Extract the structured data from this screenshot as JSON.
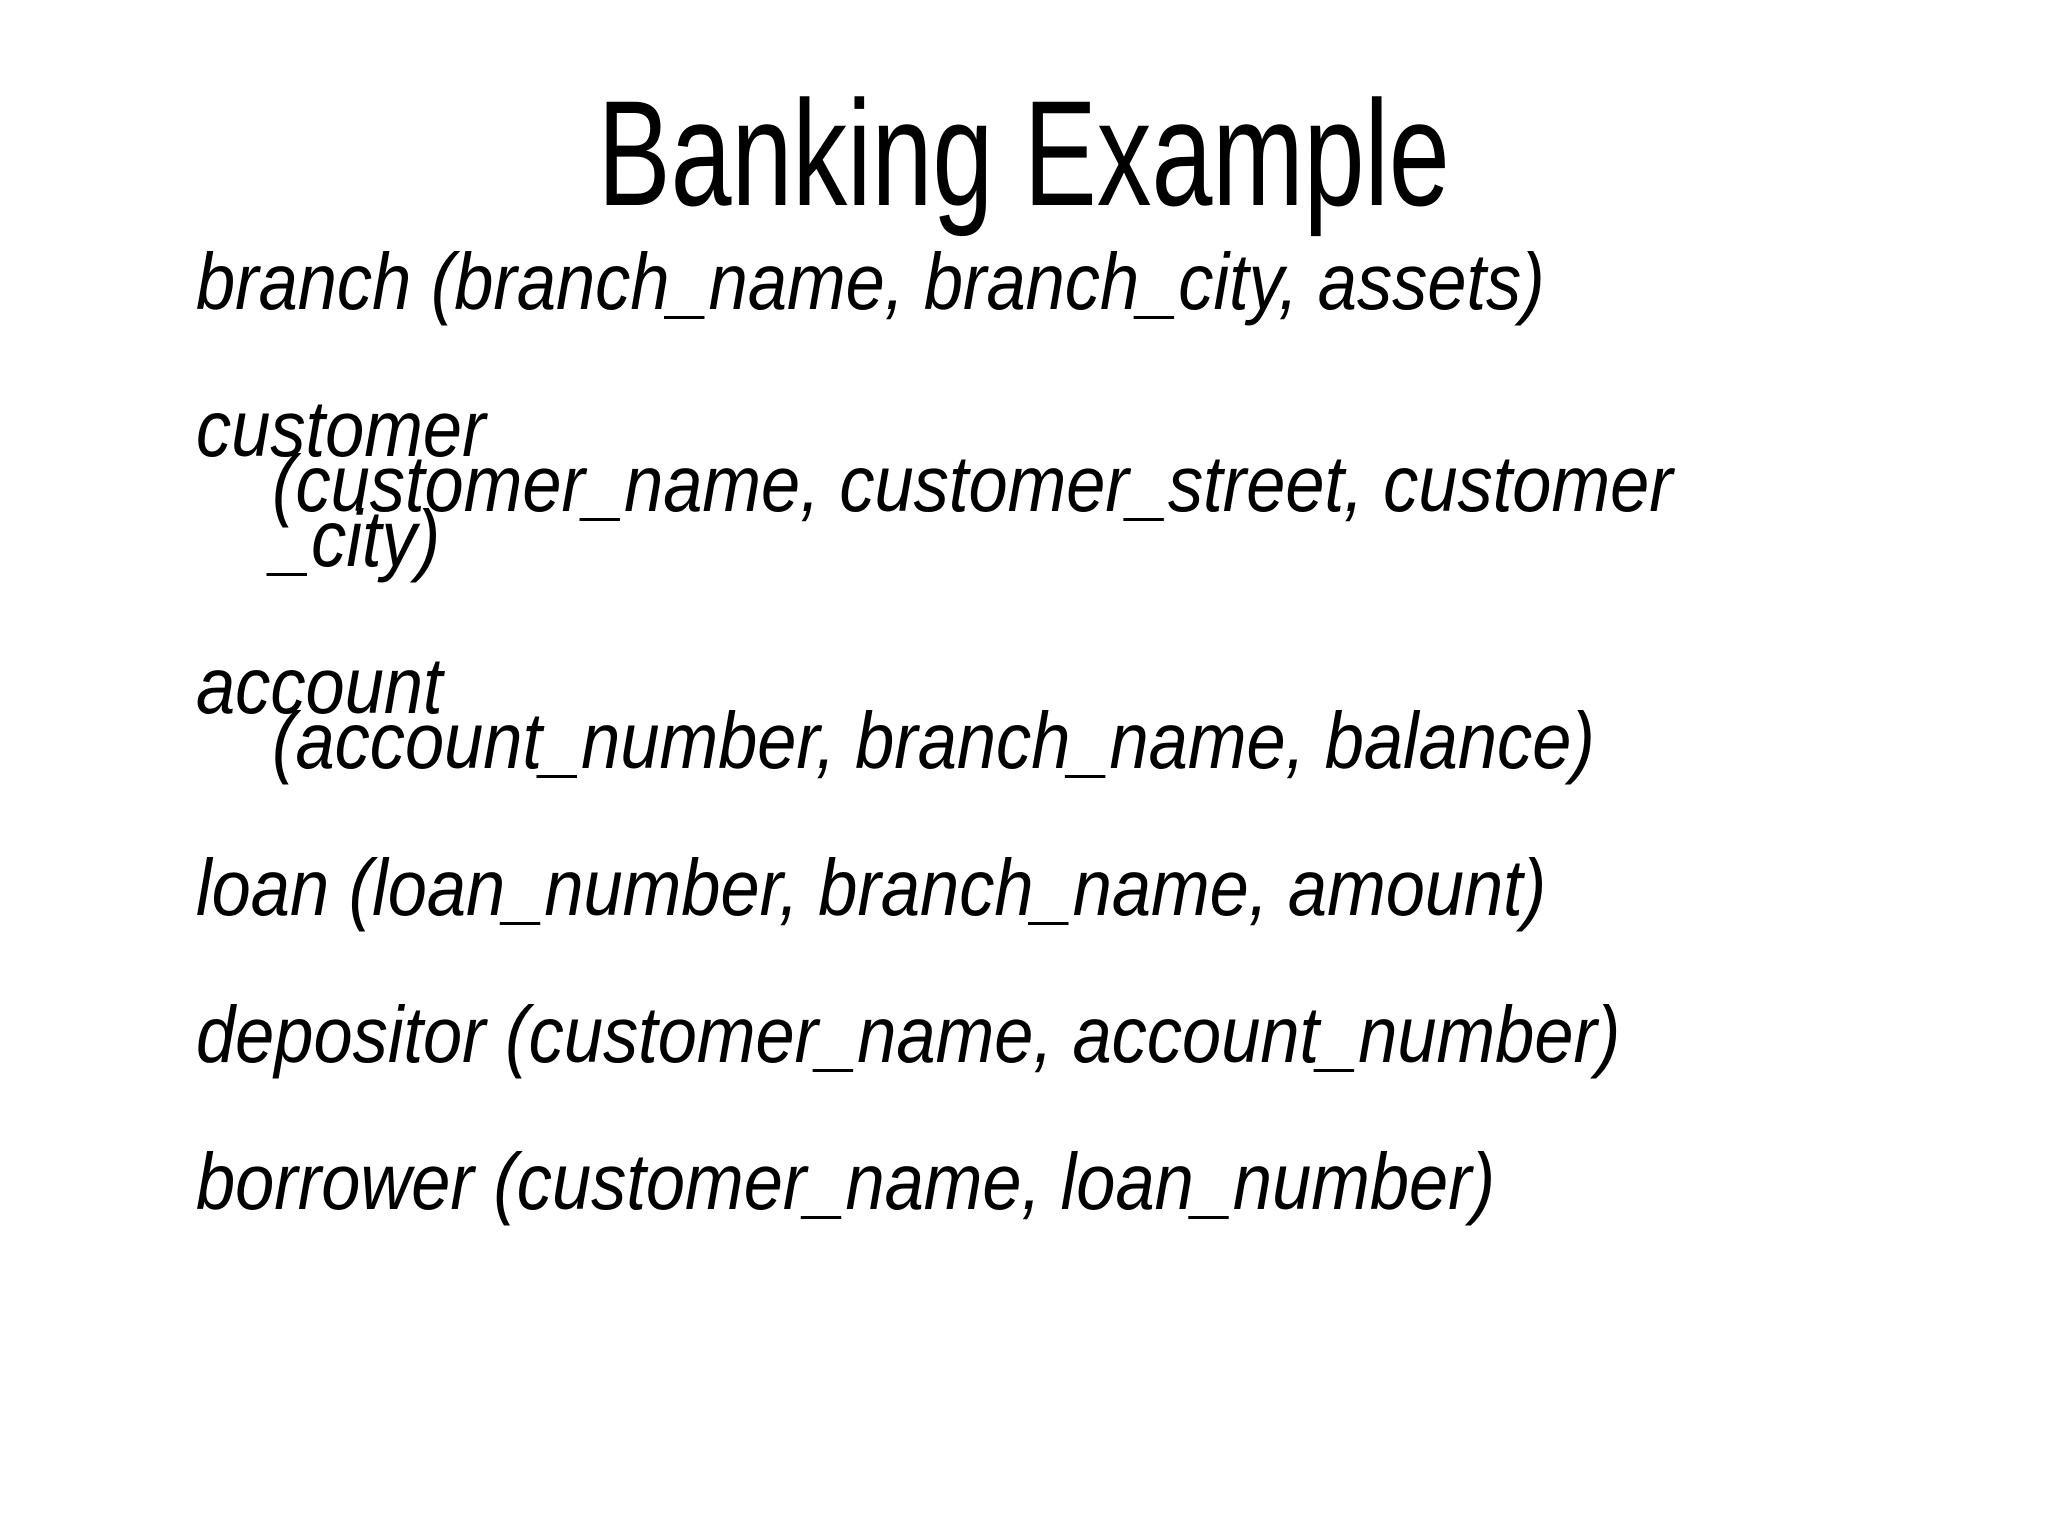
{
  "slide": {
    "title": "Banking Example",
    "background_color": "#ffffff",
    "text_color": "#000000",
    "relations": [
      {
        "name": "branch",
        "lines": [
          {
            "text": "branch (branch_name, branch_city, assets)",
            "indent": 0
          }
        ]
      },
      {
        "name": "customer",
        "lines": [
          {
            "text": "customer",
            "indent": 0
          },
          {
            "text": "(customer_name, customer_street, customer",
            "indent": 1
          },
          {
            "text": "_city)",
            "indent": 1
          }
        ]
      },
      {
        "name": "account",
        "lines": [
          {
            "text": "account",
            "indent": 0
          },
          {
            "text": "(account_number, branch_name, balance)",
            "indent": 1
          }
        ]
      },
      {
        "name": "loan",
        "lines": [
          {
            "text": "loan (loan_number, branch_name, amount)",
            "indent": 0
          }
        ]
      },
      {
        "name": "depositor",
        "lines": [
          {
            "text": "depositor (customer_name, account_number)",
            "indent": 0
          }
        ]
      },
      {
        "name": "borrower",
        "lines": [
          {
            "text": "borrower (customer_name, loan_number)",
            "indent": 0
          }
        ]
      }
    ]
  }
}
